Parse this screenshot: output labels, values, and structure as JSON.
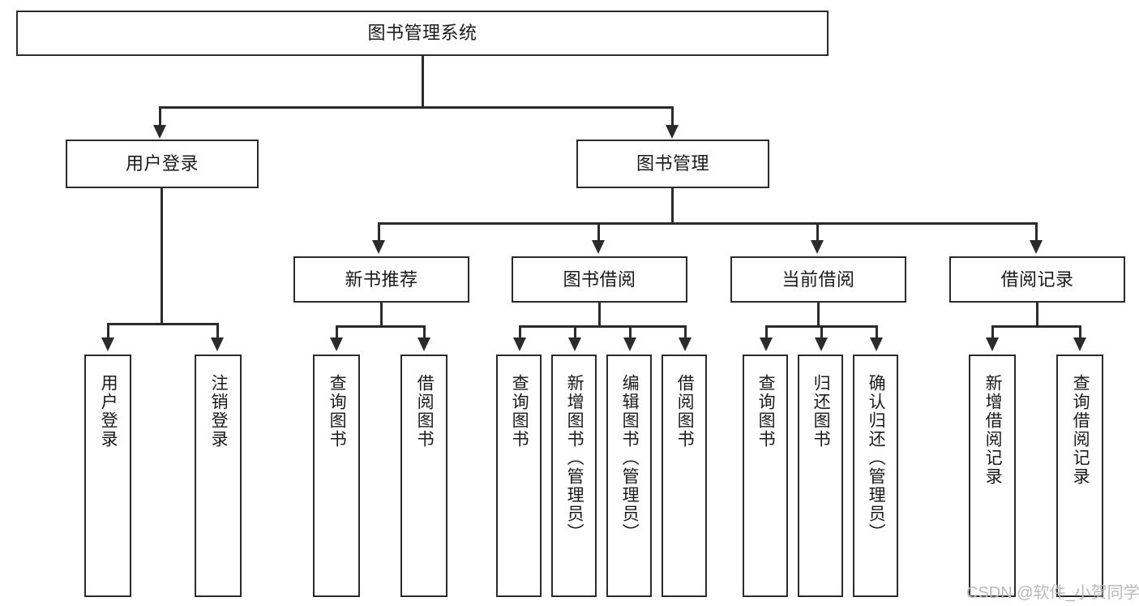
{
  "diagram": {
    "type": "tree",
    "title": "图书管理系统",
    "root": {
      "label": "图书管理系统"
    },
    "level2": [
      {
        "label": "用户登录"
      },
      {
        "label": "图书管理"
      }
    ],
    "level3": [
      {
        "label": "新书推荐",
        "parent": "图书管理"
      },
      {
        "label": "图书借阅",
        "parent": "图书管理"
      },
      {
        "label": "当前借阅",
        "parent": "图书管理"
      },
      {
        "label": "借阅记录",
        "parent": "图书管理"
      }
    ],
    "leaves": {
      "user_login": [
        {
          "label": "用户登录"
        },
        {
          "label": "注销登录"
        }
      ],
      "new_book": [
        {
          "label": "查询图书"
        },
        {
          "label": "借阅图书"
        }
      ],
      "borrow_book": [
        {
          "label": "查询图书"
        },
        {
          "label": "新增图书（管理员）"
        },
        {
          "label": "编辑图书（管理员）"
        },
        {
          "label": "借阅图书"
        }
      ],
      "current_borrow": [
        {
          "label": "查询图书"
        },
        {
          "label": "归还图书"
        },
        {
          "label": "确认归还（管理员）"
        }
      ],
      "borrow_record": [
        {
          "label": "新增借阅记录"
        },
        {
          "label": "查询借阅记录"
        }
      ]
    }
  },
  "watermark": {
    "text": "CSDN @软件_小贺同学"
  },
  "colors": {
    "stroke": "#2b2b2b",
    "background": "#ffffff",
    "text": "#1a1a1a",
    "watermark": "#b9b9b9"
  }
}
